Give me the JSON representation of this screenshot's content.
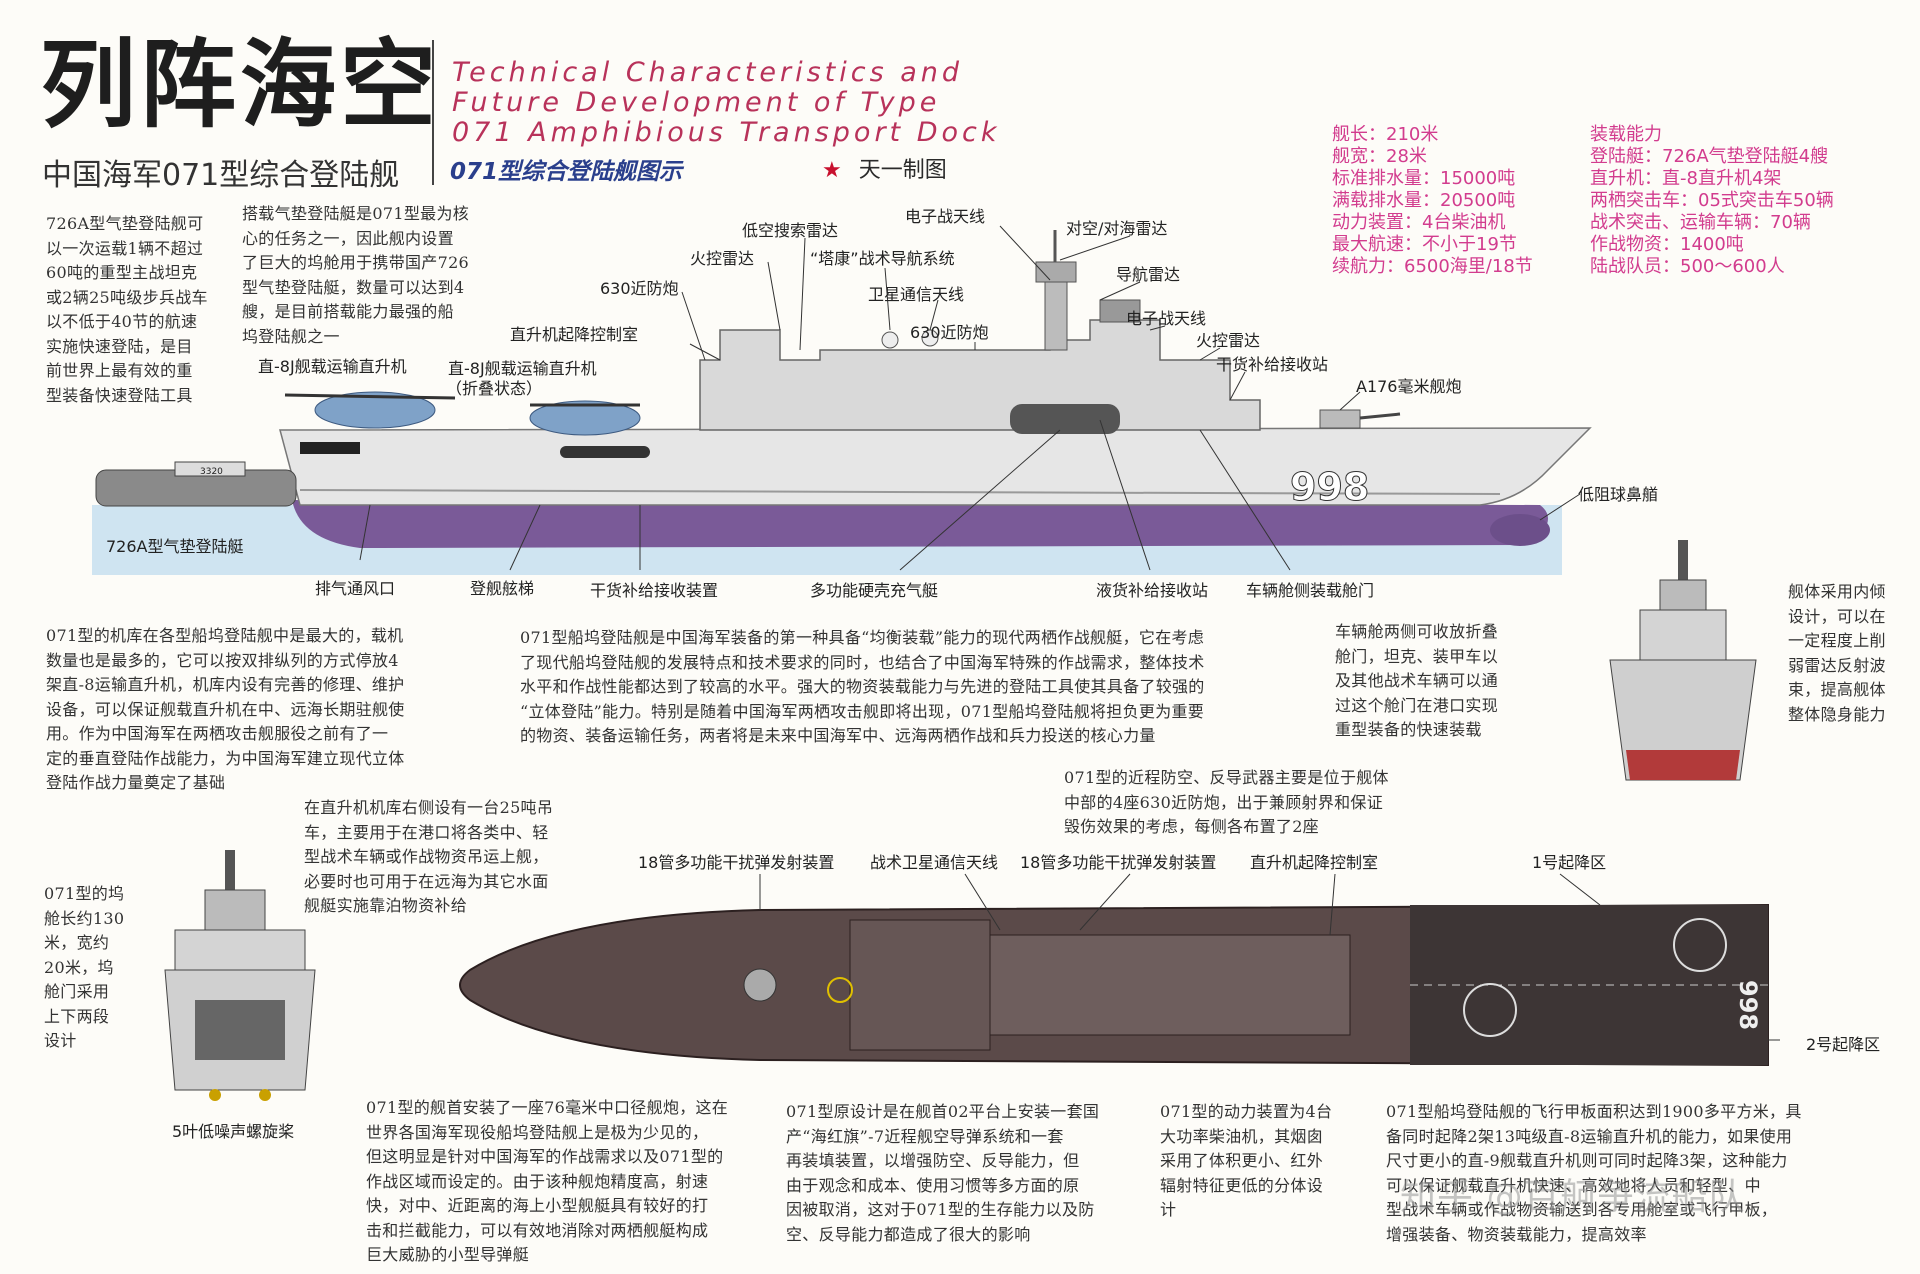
{
  "header": {
    "title_cn": "列阵海空",
    "title_en": [
      "Technical Characteristics and",
      "Future Development of Type",
      "071 Amphibious Transport Dock"
    ],
    "subtitle_cn": "中国海军071型综合登陆舰",
    "diagram_title": "071型综合登陆舰图示",
    "credit": "天一制图",
    "credit_star": "★"
  },
  "specs": [
    "舰长：210米",
    "舰宽：28米",
    "标准排水量：15000吨",
    "满载排水量：20500吨",
    "动力装置：4台柴油机",
    "最大航速：不小于19节",
    "续航力：6500海里/18节"
  ],
  "loading": [
    "装载能力",
    "登陆艇：726A气垫登陆艇4艘",
    "直升机：直-8直升机4架",
    "两栖突击车：05式突击车50辆",
    "战术突击、运输车辆：70辆",
    "作战物资：1400吨",
    "陆战队员：500～600人"
  ],
  "side_labels": {
    "low_search_radar": "低空搜索雷达",
    "ew_antenna_1": "电子战天线",
    "anti_air_radar": "对空/对海雷达",
    "fire_control_1": "火控雷达",
    "tagkang": "“塔康”战术导航系统",
    "nav_radar": "导航雷达",
    "ciws_1": "630近防炮",
    "satcom": "卫星通信天线",
    "ew_antenna_2": "电子战天线",
    "ciws_2": "630近防炮",
    "fire_control_2": "火控雷达",
    "heli_control": "直升机起降控制室",
    "dry_cargo_station": "干货补给接收站",
    "heli_1": "直-8J舰载运输直升机",
    "heli_2": "直-8J舰载运输直升机",
    "heli_2_note": "（折叠状态）",
    "gun": "A176毫米舰炮",
    "bow": "低阻球鼻艏",
    "lcac": "726A型气垫登陆艇",
    "exhaust": "排气通风口",
    "ladder": "登舰舷梯",
    "dry_cargo_device": "干货补给接收装置",
    "hovercraft_gate": "多功能硬壳充气艇",
    "liquid_station": "液货补给接收站",
    "vehicle_gate": "车辆舱侧装载舱门",
    "hull_number": "998",
    "hovercraft_number": "3320"
  },
  "top_labels": {
    "decoy_1": "18管多功能干扰弹发射装置",
    "satcom": "战术卫星通信天线",
    "decoy_2": "18管多功能干扰弹发射装置",
    "heli_control": "直升机起降控制室",
    "spot_1": "1号起降区",
    "spot_2": "2号起降区",
    "deck_number": "998"
  },
  "stern_label": "5叶低噪声螺旋桨",
  "texts": {
    "lcac": "726A型气垫登陆舰可\n以一次运载1辆不超过\n60吨的重型主战坦克\n或2辆25吨级步兵战车\n以不低于40节的航速\n实施快速登陆，是目\n前世界上最有效的重\n型装备快速登陆工具",
    "carry": "搭载气垫登陆艇是071型最为核\n心的任务之一，因此舰内设置\n了巨大的坞舱用于携带国产726\n型气垫登陆艇，数量可以达到4\n艘，是目前搭载能力最强的船\n坞登陆舰之一",
    "hangar": "071型的机库在各型船坞登陆舰中是最大的，载机\n数量也是最多的，它可以按双排纵列的方式停放4\n架直-8运输直升机，机库内设有完善的修理、维护\n设备，可以保证舰载直升机在中、远海长期驻舰使\n用。作为中国海军在两栖攻击舰服役之前有了一\n定的垂直登陆作战能力，为中国海军建立现代立体\n登陆作战力量奠定了基础",
    "balanced": "071型船坞登陆舰是中国海军装备的第一种具备“均衡装载”能力的现代两栖作战舰艇，它在考虑\n了现代船坞登陆舰的发展特点和技术要求的同时，也结合了中国海军特殊的作战需求，整体技术\n水平和作战性能都达到了较高的水平。强大的物资装载能力与先进的登陆工具使其具备了较强的\n“立体登陆”能力。特别是随着中国海军两栖攻击舰即将出现，071型船坞登陆舰将担负更为重要\n的物资、装备运输任务，两者将是未来中国海军中、远海两栖作战和兵力投送的核心力量",
    "vehicle": "车辆舱两侧可收放折叠\n舱门，坦克、装甲车以\n及其他战术车辆可以通\n过这个舱门在港口实现\n重型装备的快速装载",
    "stealth": "舰体采用内倾\n设计，可以在\n一定程度上削\n弱雷达反射波\n束，提高舰体\n整体隐身能力",
    "defense": "071型的近程防空、反导武器主要是位于舰体\n中部的4座630近防炮，出于兼顾射界和保证\n毁伤效果的考虑，每侧各布置了2座",
    "crane": "在直升机机库右侧设有一台25吨吊\n车，主要用于在港口将各类中、轻\n型战术车辆或作战物资吊运上舰，\n必要时也可用于在远海为其它水面\n舰艇实施靠泊物资补给",
    "dock": "071型的坞\n舱长约130\n米，宽约\n20米，坞\n舱门采用\n上下两段\n设计",
    "gun": "071型的舰首安装了一座76毫米中口径舰炮，这在\n世界各国海军现役船坞登陆舰上是极为少见的，\n但这明显是针对中国海军的作战需求以及071型的\n作战区域而设定的。由于该种舰炮精度高，射速\n快，对中、近距离的海上小型舰艇具有较好的打\n击和拦截能力，可以有效地消除对两栖舰艇构成\n巨大威胁的小型导弹艇",
    "missile": "071型原设计是在舰首02平台上安装一套国\n产“海红旗”-7近程舰空导弹系统和一套\n再装填装置，以增强防空、反导能力，但\n由于观念和成本、使用习惯等多方面的原\n因被取消，这对于071型的生存能力以及防\n空、反导能力都造成了很大的影响",
    "power": "071型的动力装置为4台\n大功率柴油机，其烟囱\n采用了体积更小、红外\n辐射特征更低的分体设\n计",
    "flight_deck": "071型船坞登陆舰的飞行甲板面积达到1900多平方米，具\n备同时起降2架13吨级直-8运输直升机的能力，如果使用\n尺寸更小的直-9舰载直升机则可同时起降3架，这种能力\n可以保证舰载直升机快速、高效地将人员和轻型、中\n型战术车辆或作战物资输送到各专用舱室或飞行甲板，\n增强装备、物资装载能力，提高效率"
  },
  "watermark": "知乎 @百舸争流船队",
  "colors": {
    "title_pink": "#b8325a",
    "spec_pink": "#d23c8e",
    "heading_blue": "#2a3f8c",
    "hull_purple": "#7a5a98",
    "deck_brown": "#5b4a49",
    "water_blue": "#cfe4f1"
  }
}
